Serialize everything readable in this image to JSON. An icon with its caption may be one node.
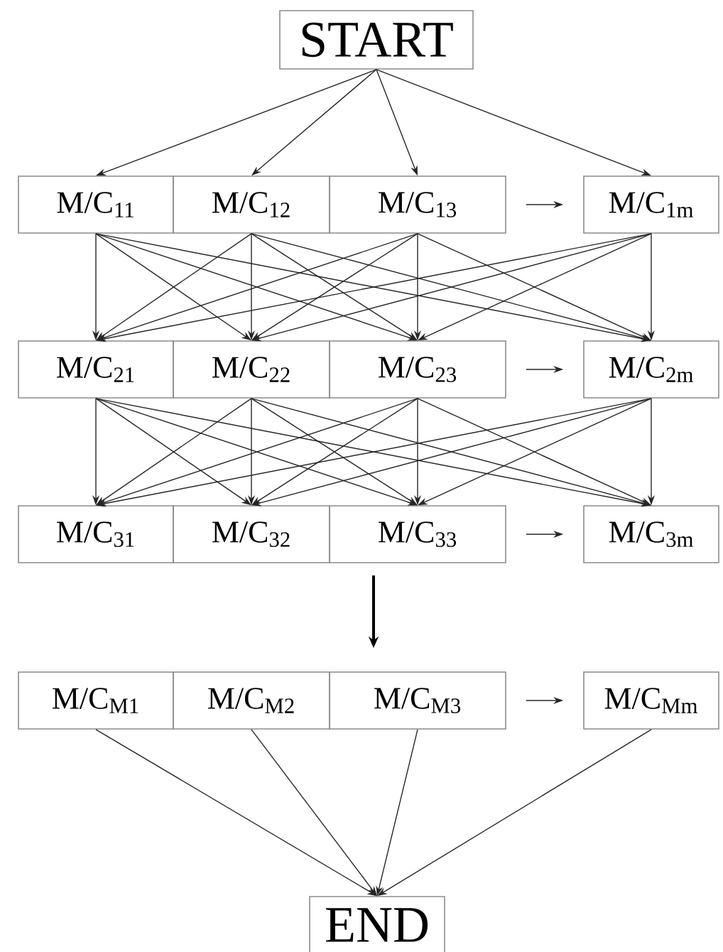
{
  "diagram": {
    "nodes": [
      {
        "text": [
          "START"
        ]
      },
      {
        "text": [
          "M/C$_{11}$"
        ]
      },
      {
        "text": [
          "M/C$_{12}$"
        ]
      },
      {
        "text": [
          "M/C$_{13}$"
        ]
      },
      {
        "text": [
          "M/C$_{1m}$"
        ]
      },
      {
        "text": [
          "M/C$_{21}$"
        ]
      },
      {
        "text": [
          "M/C$_{22}$"
        ]
      },
      {
        "text": [
          "M/C$_{23}$"
        ]
      },
      {
        "text": [
          "M/C$_{2m}$"
        ]
      },
      {
        "text": [
          "M/C$_{31}$"
        ]
      },
      {
        "text": [
          "M/C$_{32}$"
        ]
      },
      {
        "text": [
          "M/C$_{33}$"
        ]
      },
      {
        "text": [
          "M/C$_{3m}$"
        ]
      },
      {
        "text": [
          "M/C$_{M1}$"
        ]
      },
      {
        "text": [
          "M/C$_{M2}$"
        ]
      },
      {
        "text": [
          "M/C$_{M3}$"
        ]
      },
      {
        "text": [
          "M/C$_{Mm}$"
        ]
      },
      {
        "text": [
          "END"
        ]
      }
    ],
    "edges": [
      {
        "from": 0,
        "to": 1,
        "arrow": "to"
      },
      {
        "from": 0,
        "to": 2,
        "arrow": "to"
      },
      {
        "from": 0,
        "to": 3,
        "arrow": "to"
      },
      {
        "from": 0,
        "to": 4,
        "arrow": "to"
      },
      {
        "from": 3,
        "to": 4,
        "arrow": "to"
      },
      {
        "from": 1,
        "to": 5,
        "arrow": "to"
      },
      {
        "from": 1,
        "to": 6,
        "arrow": "to"
      },
      {
        "from": 1,
        "to": 7,
        "arrow": "to"
      },
      {
        "from": 1,
        "to": 8,
        "arrow": "to"
      },
      {
        "from": 2,
        "to": 5,
        "arrow": "to"
      },
      {
        "from": 2,
        "to": 6,
        "arrow": "to"
      },
      {
        "from": 2,
        "to": 7,
        "arrow": "to"
      },
      {
        "from": 2,
        "to": 8,
        "arrow": "to"
      },
      {
        "from": 3,
        "to": 5,
        "arrow": "to"
      },
      {
        "from": 3,
        "to": 6,
        "arrow": "to"
      },
      {
        "from": 3,
        "to": 7,
        "arrow": "to"
      },
      {
        "from": 3,
        "to": 8,
        "arrow": "to"
      },
      {
        "from": 4,
        "to": 5,
        "arrow": "to"
      },
      {
        "from": 4,
        "to": 6,
        "arrow": "to"
      },
      {
        "from": 4,
        "to": 7,
        "arrow": "to"
      },
      {
        "from": 4,
        "to": 8,
        "arrow": "to"
      },
      {
        "from": 7,
        "to": 8,
        "arrow": "to"
      },
      {
        "from": 5,
        "to": 9,
        "arrow": "to"
      },
      {
        "from": 5,
        "to": 10,
        "arrow": "to"
      },
      {
        "from": 5,
        "to": 11,
        "arrow": "to"
      },
      {
        "from": 5,
        "to": 12,
        "arrow": "to"
      },
      {
        "from": 6,
        "to": 9,
        "arrow": "to"
      },
      {
        "from": 6,
        "to": 10,
        "arrow": "to"
      },
      {
        "from": 6,
        "to": 11,
        "arrow": "to"
      },
      {
        "from": 6,
        "to": 12,
        "arrow": "to"
      },
      {
        "from": 7,
        "to": 9,
        "arrow": "to"
      },
      {
        "from": 7,
        "to": 10,
        "arrow": "to"
      },
      {
        "from": 7,
        "to": 11,
        "arrow": "to"
      },
      {
        "from": 7,
        "to": 12,
        "arrow": "to"
      },
      {
        "from": 8,
        "to": 9,
        "arrow": "to"
      },
      {
        "from": 8,
        "to": 10,
        "arrow": "to"
      },
      {
        "from": 8,
        "to": 11,
        "arrow": "to"
      },
      {
        "from": 8,
        "to": 12,
        "arrow": "to"
      },
      {
        "from": 11,
        "to": 12,
        "arrow": "to"
      },
      {
        "from": 15,
        "to": 16,
        "arrow": "to"
      },
      {
        "from": 13,
        "to": 17,
        "arrow": "to"
      },
      {
        "from": 14,
        "to": 17,
        "arrow": "to"
      },
      {
        "from": 15,
        "to": 17,
        "arrow": "to"
      },
      {
        "from": 16,
        "to": 17,
        "arrow": "to"
      }
    ]
  }
}
